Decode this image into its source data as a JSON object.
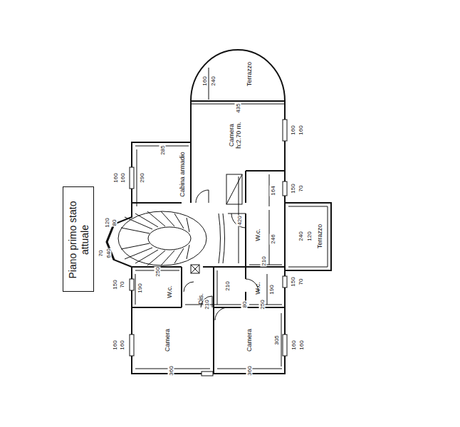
{
  "diagram": {
    "nodes": [
      {
        "text": [
          "Piano primo stato attuale"
        ]
      },
      {
        "text": [
          "Terrazzo"
        ]
      },
      {
        "text": [
          "Camera",
          "h:2.70 m."
        ]
      },
      {
        "text": [
          "Cabina armadio"
        ]
      },
      {
        "text": [
          "W.c."
        ]
      },
      {
        "text": [
          "Terrazzo"
        ]
      },
      {
        "text": [
          "W.c."
        ]
      },
      {
        "text": [
          "Dis."
        ]
      },
      {
        "text": [
          "W.c."
        ]
      },
      {
        "text": [
          "Camera"
        ]
      },
      {
        "text": [
          "Camera"
        ]
      }
    ],
    "labels": [
      "160",
      "240",
      "435",
      "160",
      "160",
      "160",
      "160",
      "285",
      "290",
      "150",
      "70",
      "164",
      "420",
      "246",
      "240",
      "120",
      "210",
      "150",
      "70",
      "120",
      "80",
      "70",
      "640",
      "250",
      "190",
      "150",
      "70",
      "210",
      "190",
      "210",
      "80",
      "250",
      "160",
      "160",
      "160",
      "160",
      "305",
      "360",
      "360"
    ]
  }
}
